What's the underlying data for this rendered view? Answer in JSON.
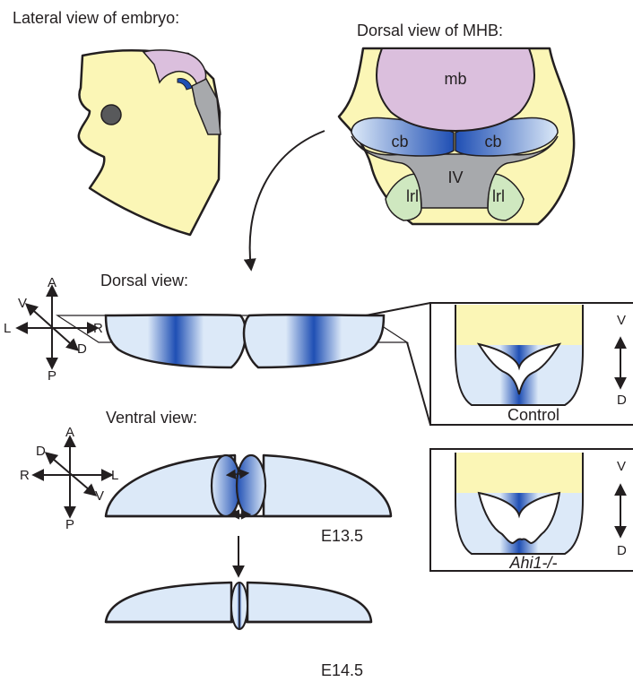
{
  "titles": {
    "lateral": "Lateral view of embryo:",
    "dorsal_mhb": "Dorsal view of MHB:",
    "dorsal": "Dorsal view:",
    "ventral": "Ventral view:"
  },
  "mhb_regions": {
    "mb": "mb",
    "cb_left": "cb",
    "cb_right": "cb",
    "ventricle": "IV",
    "lrl_left": "lrl",
    "lrl_right": "lrl"
  },
  "axes_dorsal": {
    "a": "A",
    "p": "P",
    "l": "L",
    "r": "R",
    "v": "V",
    "d": "D"
  },
  "axes_ventral": {
    "a": "A",
    "p": "P",
    "l": "L",
    "r": "R",
    "v": "V",
    "d": "D"
  },
  "stages": {
    "e13": "E13.5",
    "e14": "E14.5"
  },
  "sections": {
    "control": "Control",
    "mutant": "Ahi1-/-",
    "v_top": "V",
    "d_top": "D",
    "v_bottom": "V",
    "d_bottom": "D"
  },
  "colors": {
    "yellow": "#fbf6b6",
    "pink": "#dbbfdd",
    "light_blue": "#dce9f8",
    "blue": "#1f4fb4",
    "gray": "#a7a9ac",
    "green": "#cfe8c0",
    "eye": "#58595b",
    "stroke": "#231f20"
  }
}
